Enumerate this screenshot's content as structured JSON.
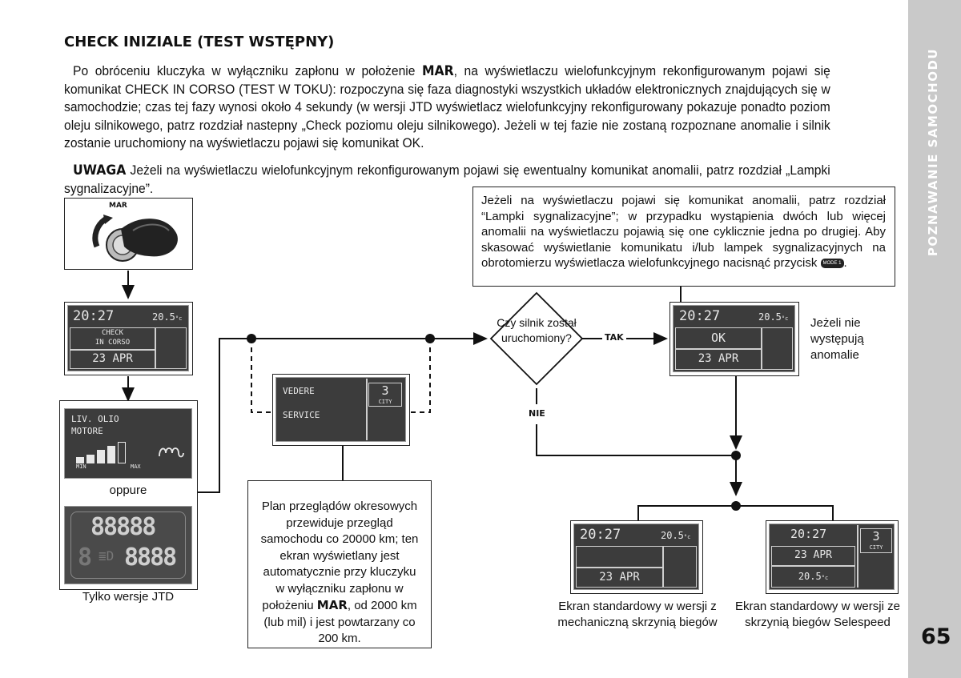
{
  "sidebar": {
    "section_title": "POZNAWANIE SAMOCHODU",
    "page_number": "65"
  },
  "heading": {
    "bold": "CHECK INIZIALE",
    "rest": " (TEST WSTĘPNY)"
  },
  "para1": {
    "before": "Po obróceniu kluczyka w wyłączniku zapłonu w położenie ",
    "bold": "MAR",
    "after": ", na wyświetlaczu wielofunkcyjnym rekonfigurowanym pojawi się komunikat CHECK IN CORSO (TEST W TOKU): rozpoczyna się faza diagnostyki wszystkich układów elektronicznych znajdujących się w samochodzie; czas tej fazy wynosi około 4 sekundy (w wersji JTD wyświetlacz wielofunkcyjny rekonfigurowany pokazuje ponadto poziom oleju silnikowego, patrz rozdział nastepny „Check poziomu oleju silnikowego). Jeżeli w tej fazie nie zostaną rozpoznane anomalie i silnik zostanie uruchomiony na wyświetlaczu pojawi się komunikat OK."
  },
  "para2": {
    "bold": "UWAGA",
    "after": " Jeżeli na wyświetlaczu wielofunkcyjnym rekonfigurowanym pojawi się ewentualny komunikat anomalii, patrz rozdział „Lampki sygnalizacyjne”."
  },
  "info_box": {
    "text": "Jeżeli na wyświetlaczu pojawi się komunikat anomalii, patrz rozdział “Lampki sygnalizacyjne”; w przypadku wystąpienia dwóch lub więcej anomalii na wyświetlaczu pojawią się one cyklicznie jedna po drugiej. Aby skasować wyświetlanie komunikatu i/lub lampek sygnalizacyjnych na obrotomierzu wyświetlacza wielofunkcyjnego nacisnąć przycisk",
    "button_label": "MODE 1",
    "end": "."
  },
  "key": {
    "label": "MAR"
  },
  "lcd_check": {
    "time": "20:27",
    "temp": "20.5",
    "temp_unit": "°c",
    "line1": "CHECK",
    "line2": "IN CORSO",
    "date": "23 APR"
  },
  "lcd_oil": {
    "line1": "LIV. OLIO",
    "line2": "MOTORE",
    "min": "MIN",
    "max": "MAX",
    "levels": [
      0.25,
      0.38,
      0.55,
      0.72,
      0.9
    ]
  },
  "oppure": "oppure",
  "lcd_digital": {
    "top": "88888",
    "bottom_left": "8",
    "bottom_right": "8888"
  },
  "jtd_caption": "Tylko wersje JTD",
  "service": {
    "line1": "VEDERE",
    "line2": "SERVICE",
    "number": "3",
    "unit": "CITY"
  },
  "service_note": {
    "before": "Plan przeglądów okresowych przewiduje przegląd samochodu co 20000 km; ten ekran wyświetlany jest automatycznie przy kluczyku w wyłączniku zapłonu w położeniu ",
    "bold": "MAR",
    "after": ", od 2000 km (lub mil) i jest powtarzany co 200 km."
  },
  "decision": {
    "question": "Czy silnik został uruchomiony?",
    "yes": "TAK",
    "no": "NIE"
  },
  "lcd_ok": {
    "time": "20:27",
    "temp": "20.5",
    "temp_unit": "°c",
    "msg": "OK",
    "date": "23 APR"
  },
  "ok_note": "Jeżeli nie występują anomalie",
  "lcd_std_mech": {
    "time": "20:27",
    "temp": "20.5",
    "temp_unit": "°c",
    "date": "23 APR"
  },
  "mech_caption": "Ekran standardowy w wersji z mechaniczną skrzynią biegów",
  "lcd_std_sel": {
    "time": "20:27",
    "date": "23 APR",
    "temp": "20.5",
    "temp_unit": "°c",
    "gear": "3",
    "mode": "CITY"
  },
  "sel_caption": "Ekran standardowy w wersji ze skrzynią biegów Selespeed"
}
